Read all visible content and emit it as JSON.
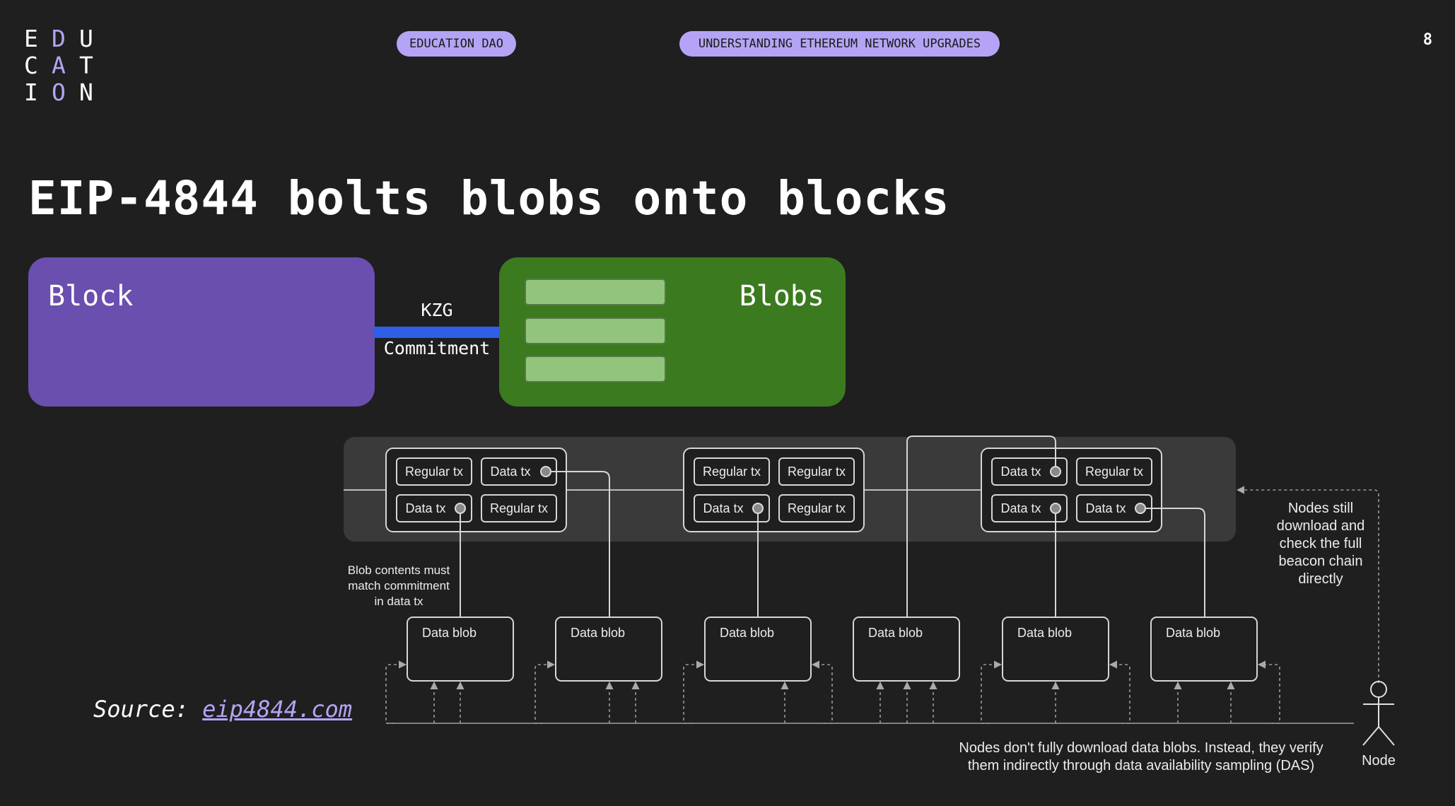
{
  "logo": {
    "rows": [
      [
        "E",
        "D",
        "U"
      ],
      [
        "C",
        "A",
        "T"
      ],
      [
        "I",
        "O",
        "N"
      ]
    ],
    "accent_letters": [
      "D",
      "A",
      "O"
    ],
    "accent_color": "#b5a4f5"
  },
  "header": {
    "pill_left": "EDUCATION DAO",
    "pill_right": "UNDERSTANDING ETHEREUM NETWORK UPGRADES",
    "page_number": "8"
  },
  "title": "EIP-4844 bolts blobs onto blocks",
  "top_diagram": {
    "block_label": "Block",
    "connector_label_top": "KZG",
    "connector_label_bottom": "Commitment",
    "blobs_label": "Blobs",
    "colors": {
      "block": "#6a4fae",
      "blobs": "#3b7a1f",
      "blob_bar": "#93c47d",
      "connector": "#2e5fe6"
    }
  },
  "source": {
    "label": "Source: ",
    "link_text": "eip4844.com"
  },
  "bottom_diagram": {
    "blocks": [
      {
        "txs": [
          "Regular tx",
          "Data tx",
          "Data tx",
          "Regular tx"
        ]
      },
      {
        "txs": [
          "Regular tx",
          "Regular tx",
          "Data tx",
          "Regular tx"
        ]
      },
      {
        "txs": [
          "Data tx",
          "Regular tx",
          "Data tx",
          "Data tx"
        ]
      }
    ],
    "blob_label": "Data blob",
    "annotation_commitment": [
      "Blob contents must",
      "match commitment",
      "in data tx"
    ],
    "annotation_nodes": [
      "Nodes still",
      "download and",
      "check the full",
      "beacon chain",
      "directly"
    ],
    "annotation_das": [
      "Nodes don't fully download data blobs. Instead, they verify",
      "them indirectly through data availability sampling (DAS)"
    ],
    "node_label": "Node"
  }
}
